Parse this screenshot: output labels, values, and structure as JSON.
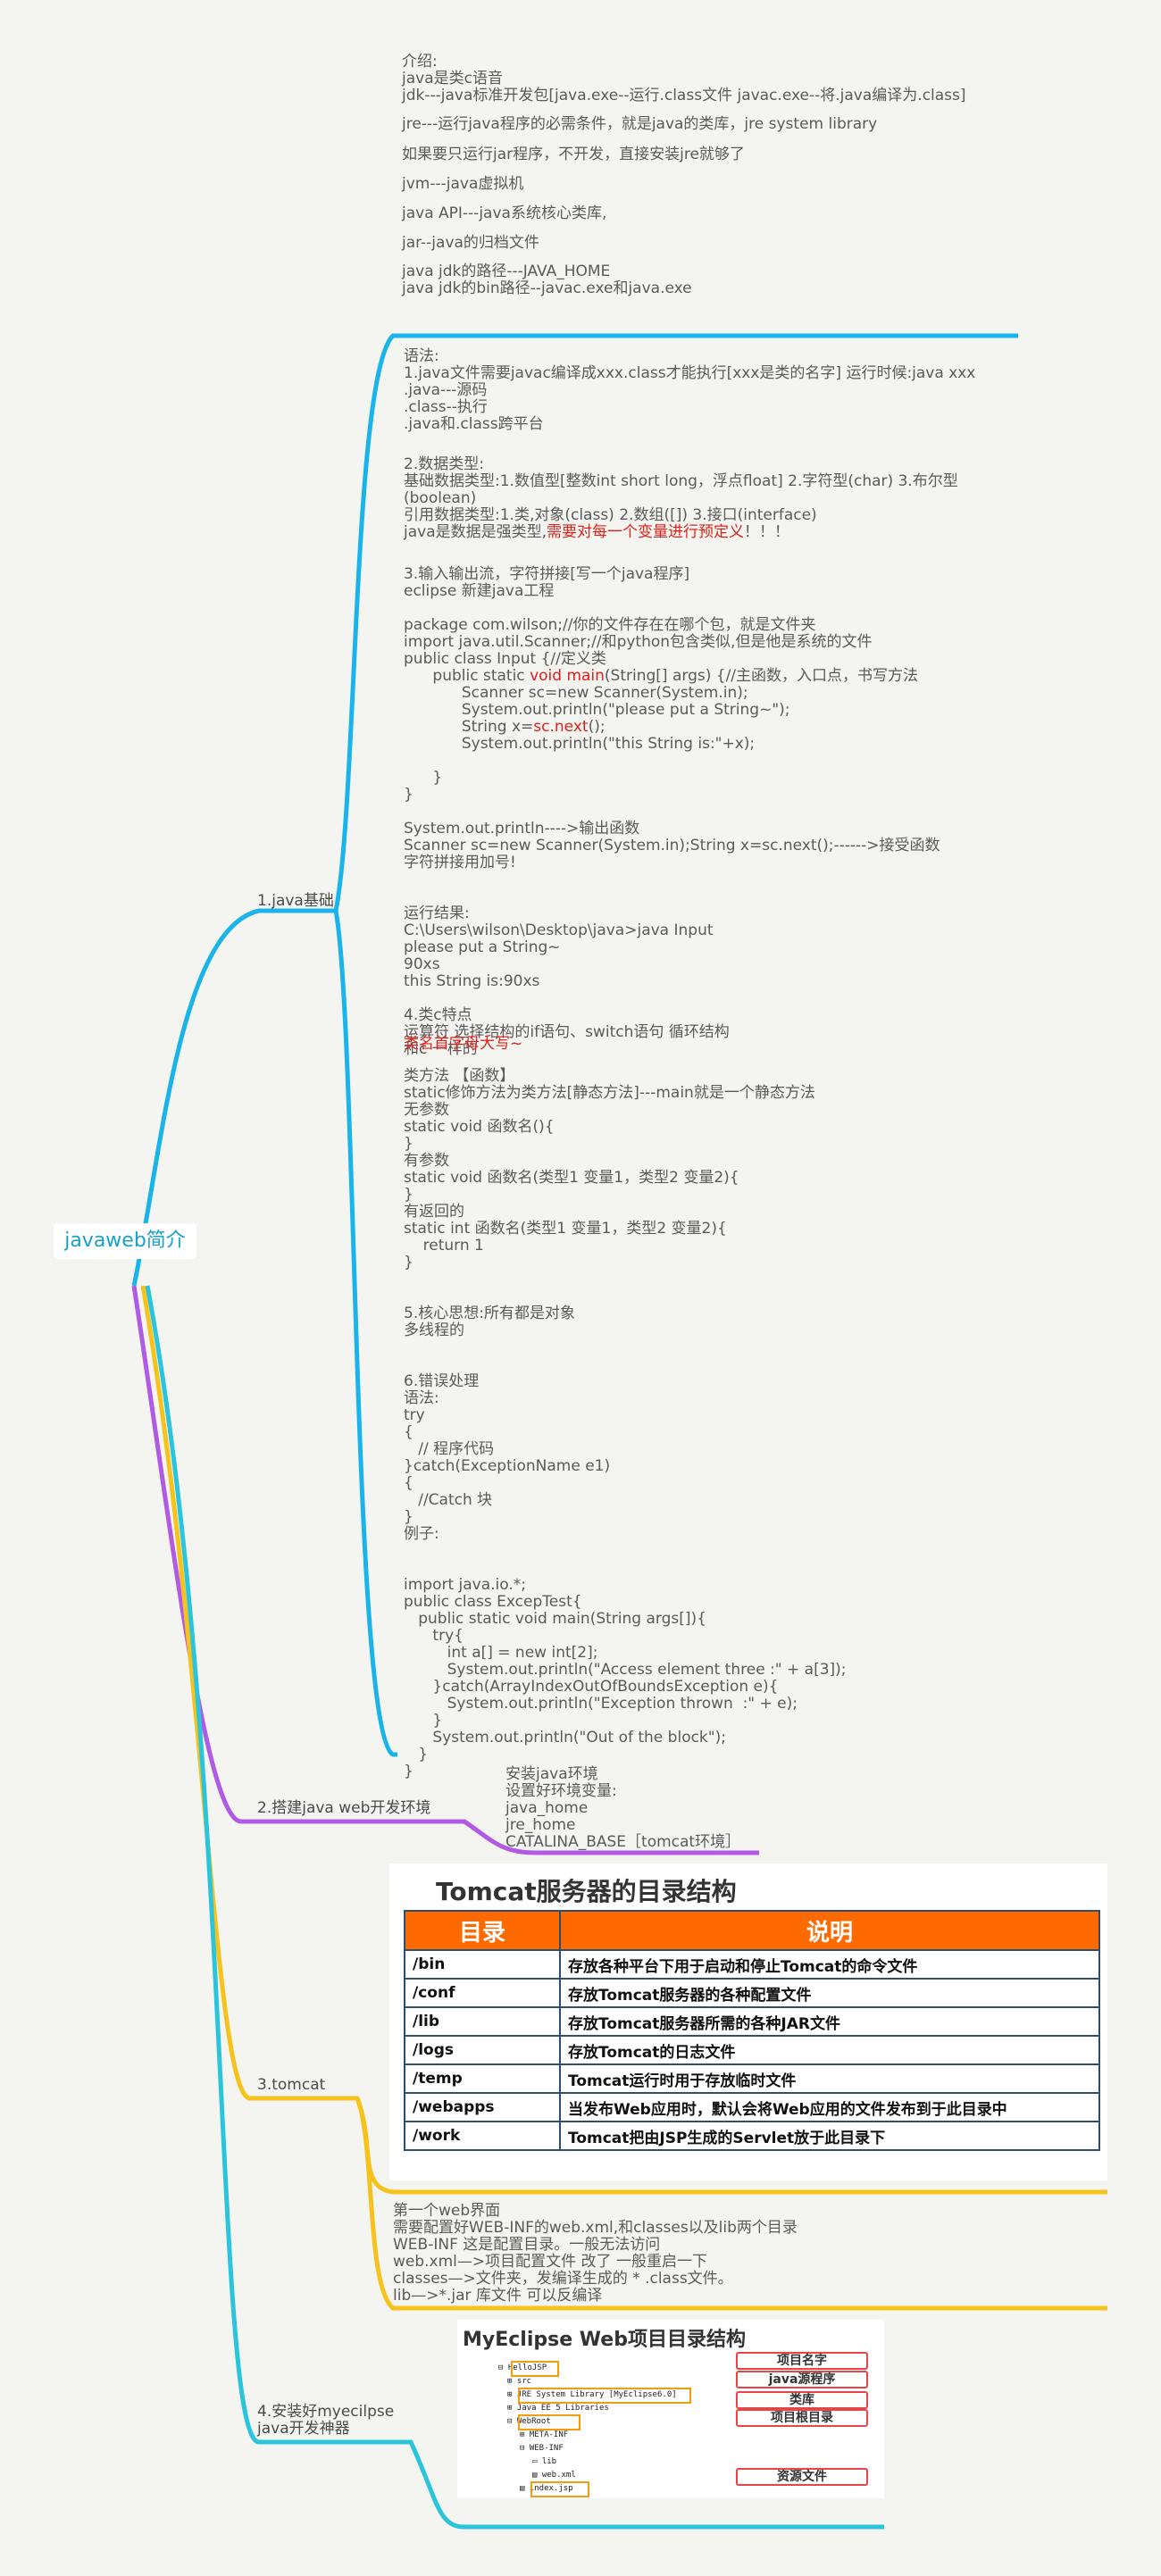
{
  "root": "javaweb简介",
  "branches": {
    "b1": "1.java基础",
    "b2": "2.搭建java web开发环境",
    "b3": "3.tomcat",
    "b4": "4.安装好myecilpse\njava开发神器"
  },
  "intro": {
    "block1": "介绍:\njava是类c语音\njdk---java标准开发包[java.exe--运行.class文件 javac.exe--将.java编译为.class]",
    "line2": "jre---运行java程序的必需条件，就是java的类库，jre system library",
    "line3": "如果要只运行jar程序，不开发，直接安装jre就够了",
    "line4": "jvm---java虚拟机",
    "line5": "java API---java系统核心类库,",
    "line6": "jar--java的归档文件",
    "line7": "java jdk的路径---JAVA_HOME\njava jdk的bin路径--javac.exe和java.exe"
  },
  "java_basics": {
    "syntax": "语法:\n1.java文件需要javac编译成xxx.class才能执行[xxx是类的名字] 运行时候:java xxx\n.java---源码\n.class--执行\n.java和.class跨平台",
    "types_a": "2.数据类型:\n基础数据类型:1.数值型[整数int short long，浮点float] 2.字符型(char) 3.布尔型\n(boolean)\n引用数据类型:1.类,对象(class) 2.数组([]) 3.接口(interface)",
    "types_b": "java是数据是强类型,",
    "types_red": "需要对每一个变量进行预定义",
    "types_c": "！！！",
    "io_a": "3.输入输出流，字符拼接[写一个java程序]\neclipse 新建java工程\n\npackage com.wilson;//你的文件存在在哪个包，就是文件夹\nimport java.util.Scanner;//和python包含类似,但是他是系统的文件\npublic class Input {//定义类",
    "main_a": "      public static ",
    "main_red": "void main",
    "main_b": "(String[] args) {//主函数，入口点，书写方法",
    "io_b": "            Scanner sc=new Scanner(System.in);\n            System.out.println(\"please put a String~\");",
    "str_a": "            String x=",
    "str_red": "sc.next",
    "str_b": "();",
    "io_c": "            System.out.println(\"this String is:\"+x);\n\n      }\n}\n\nSystem.out.println---->输出函数\nScanner sc=new Scanner(System.in);String x=sc.next();------>接受函数\n字符拼接用加号!\n\n\n运行结果:\nC:\\Users\\wilson\\Desktop\\java>java Input\nplease put a String~\n90xs\nthis String is:90xs\n\n4.类c特点\n运算符 选择结构的if语句、switch语句 循环结构\n和c 一样的",
    "classname_red": "类名首字母大写~",
    "methods": "类方法 【函数】\nstatic修饰方法为类方法[静态方法]---main就是一个静态方法\n无参数\nstatic void 函数名(){\n}\n有参数\nstatic void 函数名(类型1 变量1，类型2 变量2){\n}\n有返回的\nstatic int 函数名(类型1 变量1，类型2 变量2){\n    return 1\n}\n\n\n5.核心思想:所有都是对象\n多线程的\n\n\n6.错误处理\n语法:\ntry\n{\n   // 程序代码\n}catch(ExceptionName e1)\n{\n   //Catch 块\n}\n例子:\n\n\nimport java.io.*;\npublic class ExcepTest{\n   public static void main(String args[]){\n      try{\n         int a[] = new int[2];\n         System.out.println(\"Access element three :\" + a[3]);\n      }catch(ArrayIndexOutOfBoundsException e){\n         System.out.println(\"Exception thrown  :\" + e);\n      }\n      System.out.println(\"Out of the block\");\n   }\n}"
  },
  "env": "安装java环境\n设置好环境变量:\njava_home\njre_home\nCATALINA_BASE［tomcat环境］",
  "tomcat": {
    "table_title": "Tomcat服务器的目录结构",
    "headers": [
      "目录",
      "说明"
    ],
    "rows": [
      [
        "/bin",
        "存放各种平台下用于启动和停止Tomcat的命令文件"
      ],
      [
        "/conf",
        "存放Tomcat服务器的各种配置文件"
      ],
      [
        "/lib",
        "存放Tomcat服务器所需的各种JAR文件"
      ],
      [
        "/logs",
        "存放Tomcat的日志文件"
      ],
      [
        "/temp",
        "Tomcat运行时用于存放临时文件"
      ],
      [
        "/webapps",
        "当发布Web应用时，默认会将Web应用的文件发布到于此目录中"
      ],
      [
        "/work",
        "Tomcat把由JSP生成的Servlet放于此目录下"
      ]
    ],
    "note": "第一个web界面\n需要配置好WEB-INF的web.xml,和classes以及lib两个目录\nWEB-INF 这是配置目录。一般无法访问\nweb.xml—>项目配置文件 改了 一般重启一下\nclasses—>文件夹，发编译生成的 * .class文件。\nlib—>*.jar 库文件 可以反编译"
  },
  "myeclipse": {
    "title": "MyEclipse Web项目目录结构",
    "tree": [
      "HelloJSP",
      "src",
      "JRE System Library [MyEclipse6.0]",
      "Java EE 5 Libraries",
      "WebRoot",
      "META-INF",
      "WEB-INF",
      "lib",
      "web.xml",
      "index.jsp"
    ],
    "tags": [
      "项目名字",
      "java源程序",
      "类库",
      "项目根目录",
      "资源文件"
    ]
  },
  "colors": {
    "b1": "#1ab4ea",
    "b2": "#b15ae3",
    "b3": "#f7c21b",
    "b4": "#2bc4dd",
    "header_orange": "#ff6a00"
  }
}
